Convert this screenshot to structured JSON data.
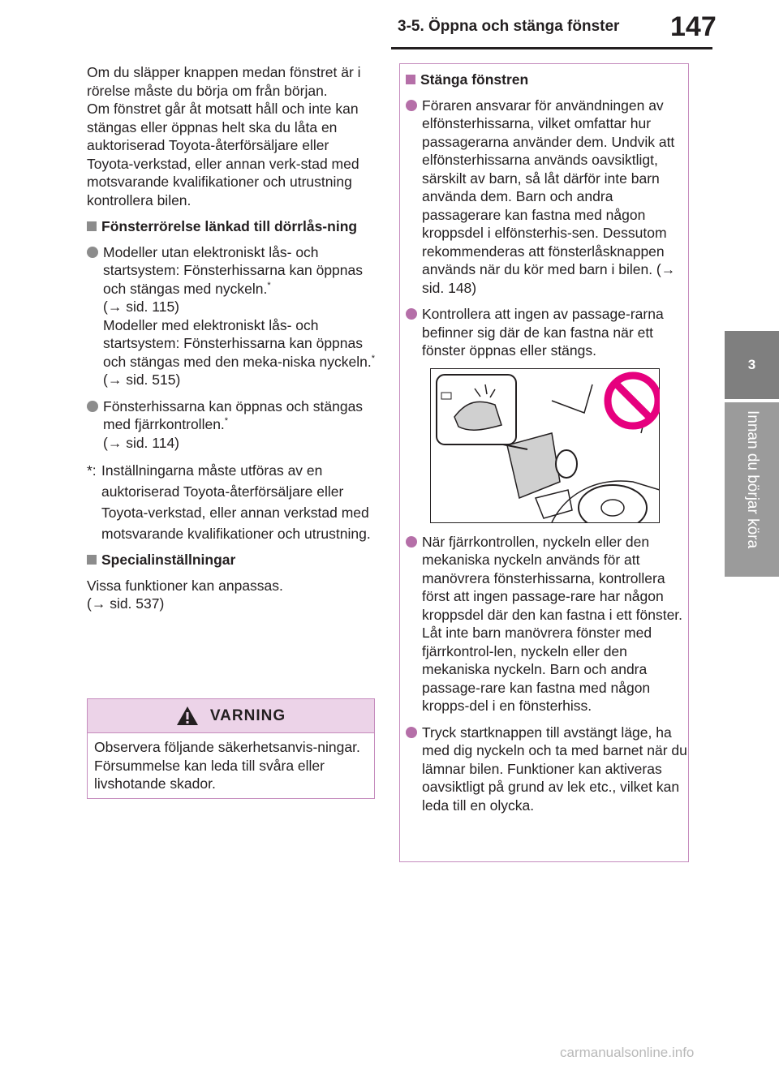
{
  "header": {
    "title": "3-5. Öppna och stänga fönster",
    "page_number": "147"
  },
  "side_tab": {
    "chapter_number": "3",
    "chapter_title": "Innan du börjar köra"
  },
  "left": {
    "intro1": "Om du släpper knappen medan fönstret är i rörelse måste du börja om från början.",
    "intro2": "Om fönstret går åt motsatt håll och inte kan stängas eller öppnas helt ska du låta en auktoriserad Toyota-återförsäljare eller Toyota-verkstad, eller annan verk-stad med motsvarande kvalifikationer och utrustning kontrollera bilen.",
    "section1_title": "Fönsterrörelse länkad till dörrlås-ning",
    "bullet1_a": "Modeller utan elektroniskt lås- och startsystem: Fönsterhissarna kan öppnas och stängas med nyckeln.",
    "bullet1_b": "(→ sid. 115)",
    "bullet1_c": "Modeller med elektroniskt lås- och startsystem: Fönsterhissarna kan öppnas och stängas med den meka-niska nyckeln.",
    "bullet1_d": " (→ sid. 515)",
    "bullet2_a": "Fönsterhissarna kan öppnas och stängas med fjärrkontrollen.",
    "bullet2_b": "(→ sid. 114)",
    "footnote_mark": "*:",
    "footnote_text": "Inställningarna måste utföras av en auktoriserad Toyota-återförsäljare eller Toyota-verkstad, eller annan verkstad med motsvarande kvalifikationer och utrustning.",
    "section2_title": "Specialinställningar",
    "section2_text": "Vissa funktioner kan anpassas.",
    "section2_ref": "(→ sid. 537)",
    "asterisk": "*"
  },
  "warning": {
    "title": "VARNING",
    "text": "Observera följande säkerhetsanvis-ningar. Försummelse kan leda till svåra eller livshotande skador."
  },
  "right": {
    "section_title": "Stänga fönstren",
    "bullets": [
      "Föraren ansvarar för användningen av elfönsterhissarna, vilket omfattar hur passagerarna använder dem. Undvik att elfönsterhissarna används oavsiktligt, särskilt av barn, så låt därför inte barn använda dem. Barn och andra passagerare kan fastna med någon kroppsdel i elfönsterhis-sen. Dessutom rekommenderas att fönsterlåsknappen används när du kör med barn i bilen. (→ sid. 148)",
      "Kontrollera att ingen av passage-rarna befinner sig där de kan fastna när ett fönster öppnas eller stängs.",
      "När fjärrkontrollen, nyckeln eller den mekaniska nyckeln används för att manövrera fönsterhissarna, kontrollera först att ingen passage-rare har någon kroppsdel där den kan fastna i ett fönster. Låt inte barn manövrera fönster med fjärrkontrol-len, nyckeln eller den mekaniska nyckeln. Barn och andra passage-rare kan fastna med någon kropps-del i en fönsterhiss.",
      "Tryck startknappen till avstängt läge, ha med dig nyckeln och ta med barnet när du lämnar bilen. Funktioner kan aktiveras oavsiktligt på grund av lek etc., vilket kan leda till en olycka."
    ]
  },
  "watermark": "carmanualsonline.info",
  "colors": {
    "accent_pink": "#b56fa8",
    "warning_bg": "#ecd3e8",
    "tab_gray": "#7f7f7f"
  }
}
